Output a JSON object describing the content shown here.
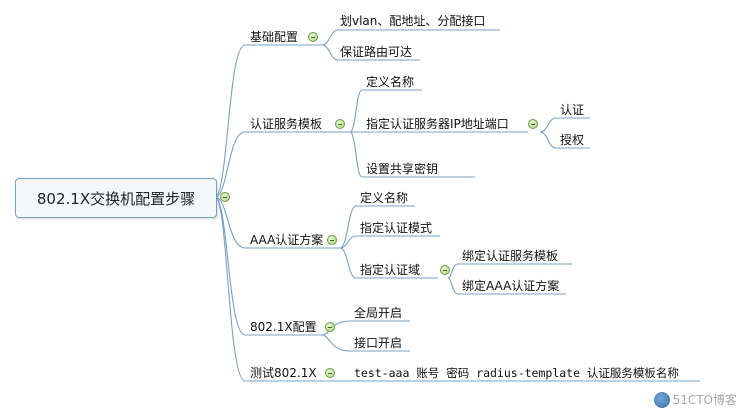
{
  "root": {
    "label": "802.1X交换机配置步骤"
  },
  "branches": {
    "basic": {
      "label": "基础配置",
      "children": [
        "划vlan、配地址、分配接口",
        "保证路由可达"
      ]
    },
    "auth_template": {
      "label": "认证服务模板",
      "children": [
        "定义名称",
        "指定认证服务器IP地址端口",
        "设置共享密钥"
      ],
      "server_children": [
        "认证",
        "授权"
      ]
    },
    "aaa_scheme": {
      "label": "AAA认证方案",
      "children": [
        "定义名称",
        "指定认证模式",
        "指定认证域"
      ],
      "domain_children": [
        "绑定认证服务模板",
        "绑定AAA认证方案"
      ]
    },
    "dot1x": {
      "label": "802.1X配置",
      "children": [
        "全局开启",
        "接口开启"
      ]
    },
    "test": {
      "label": "测试802.1X",
      "children": [
        "test-aaa 账号 密码 radius-template 认证服务模板名称"
      ]
    }
  },
  "watermark": "51CTO博客",
  "colors": {
    "line": "#7aa0c4",
    "collapse": "#a9d27c"
  }
}
